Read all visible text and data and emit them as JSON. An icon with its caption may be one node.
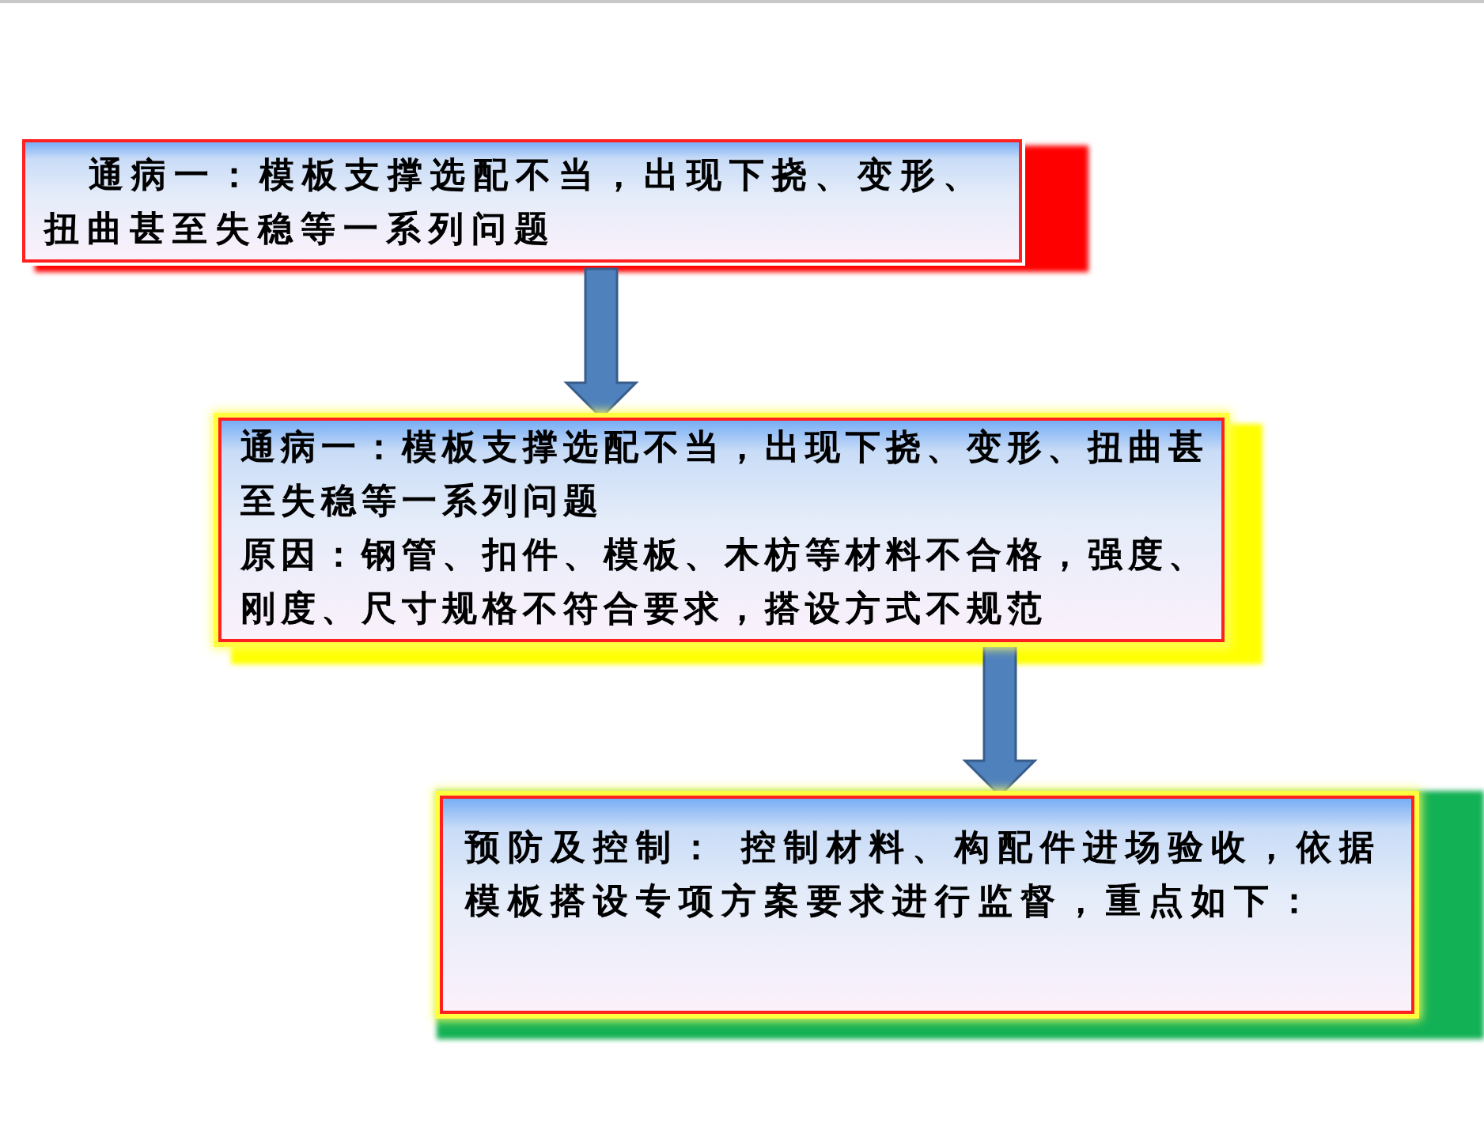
{
  "diagram": {
    "nodes": [
      {
        "text": [
          "通病一：模板支撑选配不当，出现下挠、变形、扭曲甚至失稳等一系列问题"
        ]
      },
      {
        "text": [
          "通病一：模板支撑选配不当，出现下挠、变形、扭曲甚至失稳等一系列问题",
          "原因：钢管、扣件、模板、木枋等材料不合格，强度、刚度、尺寸规格不符合要求，搭设方式不规范"
        ]
      },
      {
        "text": [
          "预防及控制： 控制材料、构配件进场验收，依据模板搭设专项方案要求进行监督，重点如下："
        ]
      }
    ],
    "edges": [
      {
        "from": 0,
        "to": 1,
        "arrow": "to"
      },
      {
        "from": 1,
        "to": 2,
        "arrow": "to"
      }
    ]
  }
}
